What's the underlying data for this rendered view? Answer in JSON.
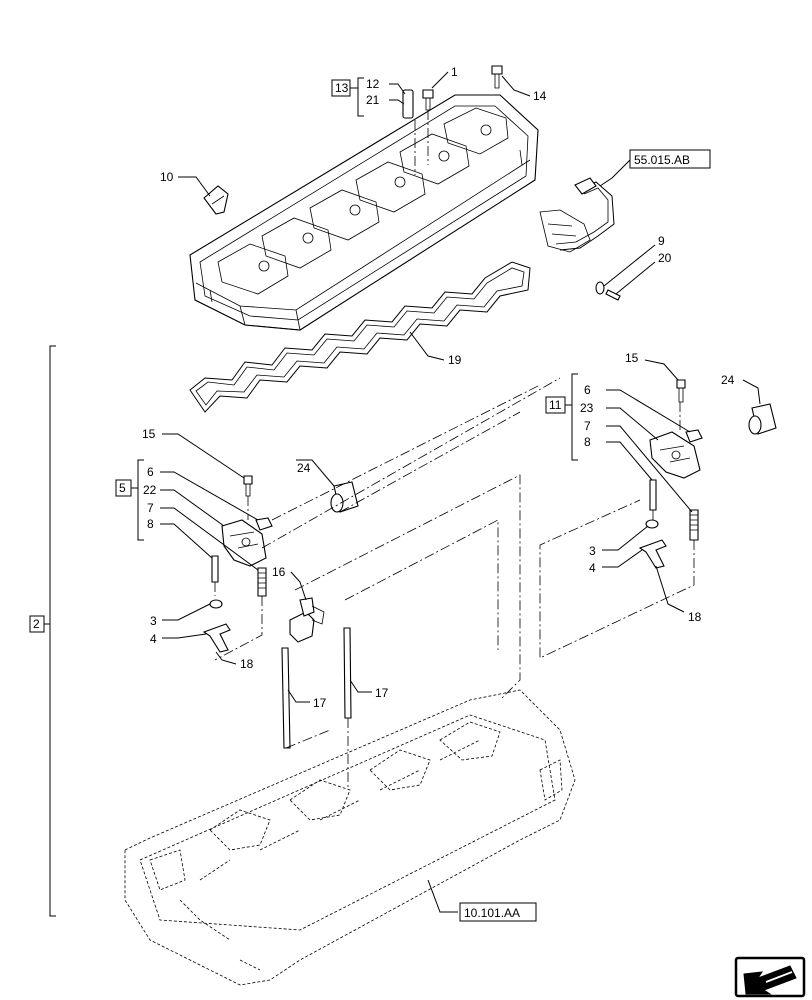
{
  "callouts": {
    "c1": "1",
    "c12": "12",
    "c21": "21",
    "c13": "13",
    "c14": "14",
    "c10": "10",
    "c55015": "55.015.AB",
    "c9": "9",
    "c20": "20",
    "c19": "19",
    "c15a": "15",
    "c24a": "24",
    "c11": "11",
    "c6a": "6",
    "c23": "23",
    "c7a": "7",
    "c8a": "8",
    "c3a": "3",
    "c4a": "4",
    "c18a": "18",
    "c15b": "15",
    "c5": "5",
    "c6b": "6",
    "c22": "22",
    "c7b": "7",
    "c8b": "8",
    "c24b": "24",
    "c16": "16",
    "c3b": "3",
    "c4b": "4",
    "c18b": "18",
    "c17a": "17",
    "c17b": "17",
    "c2": "2",
    "c10101": "10.101.AA"
  },
  "icons": {
    "nav": "arrow-back-icon"
  }
}
